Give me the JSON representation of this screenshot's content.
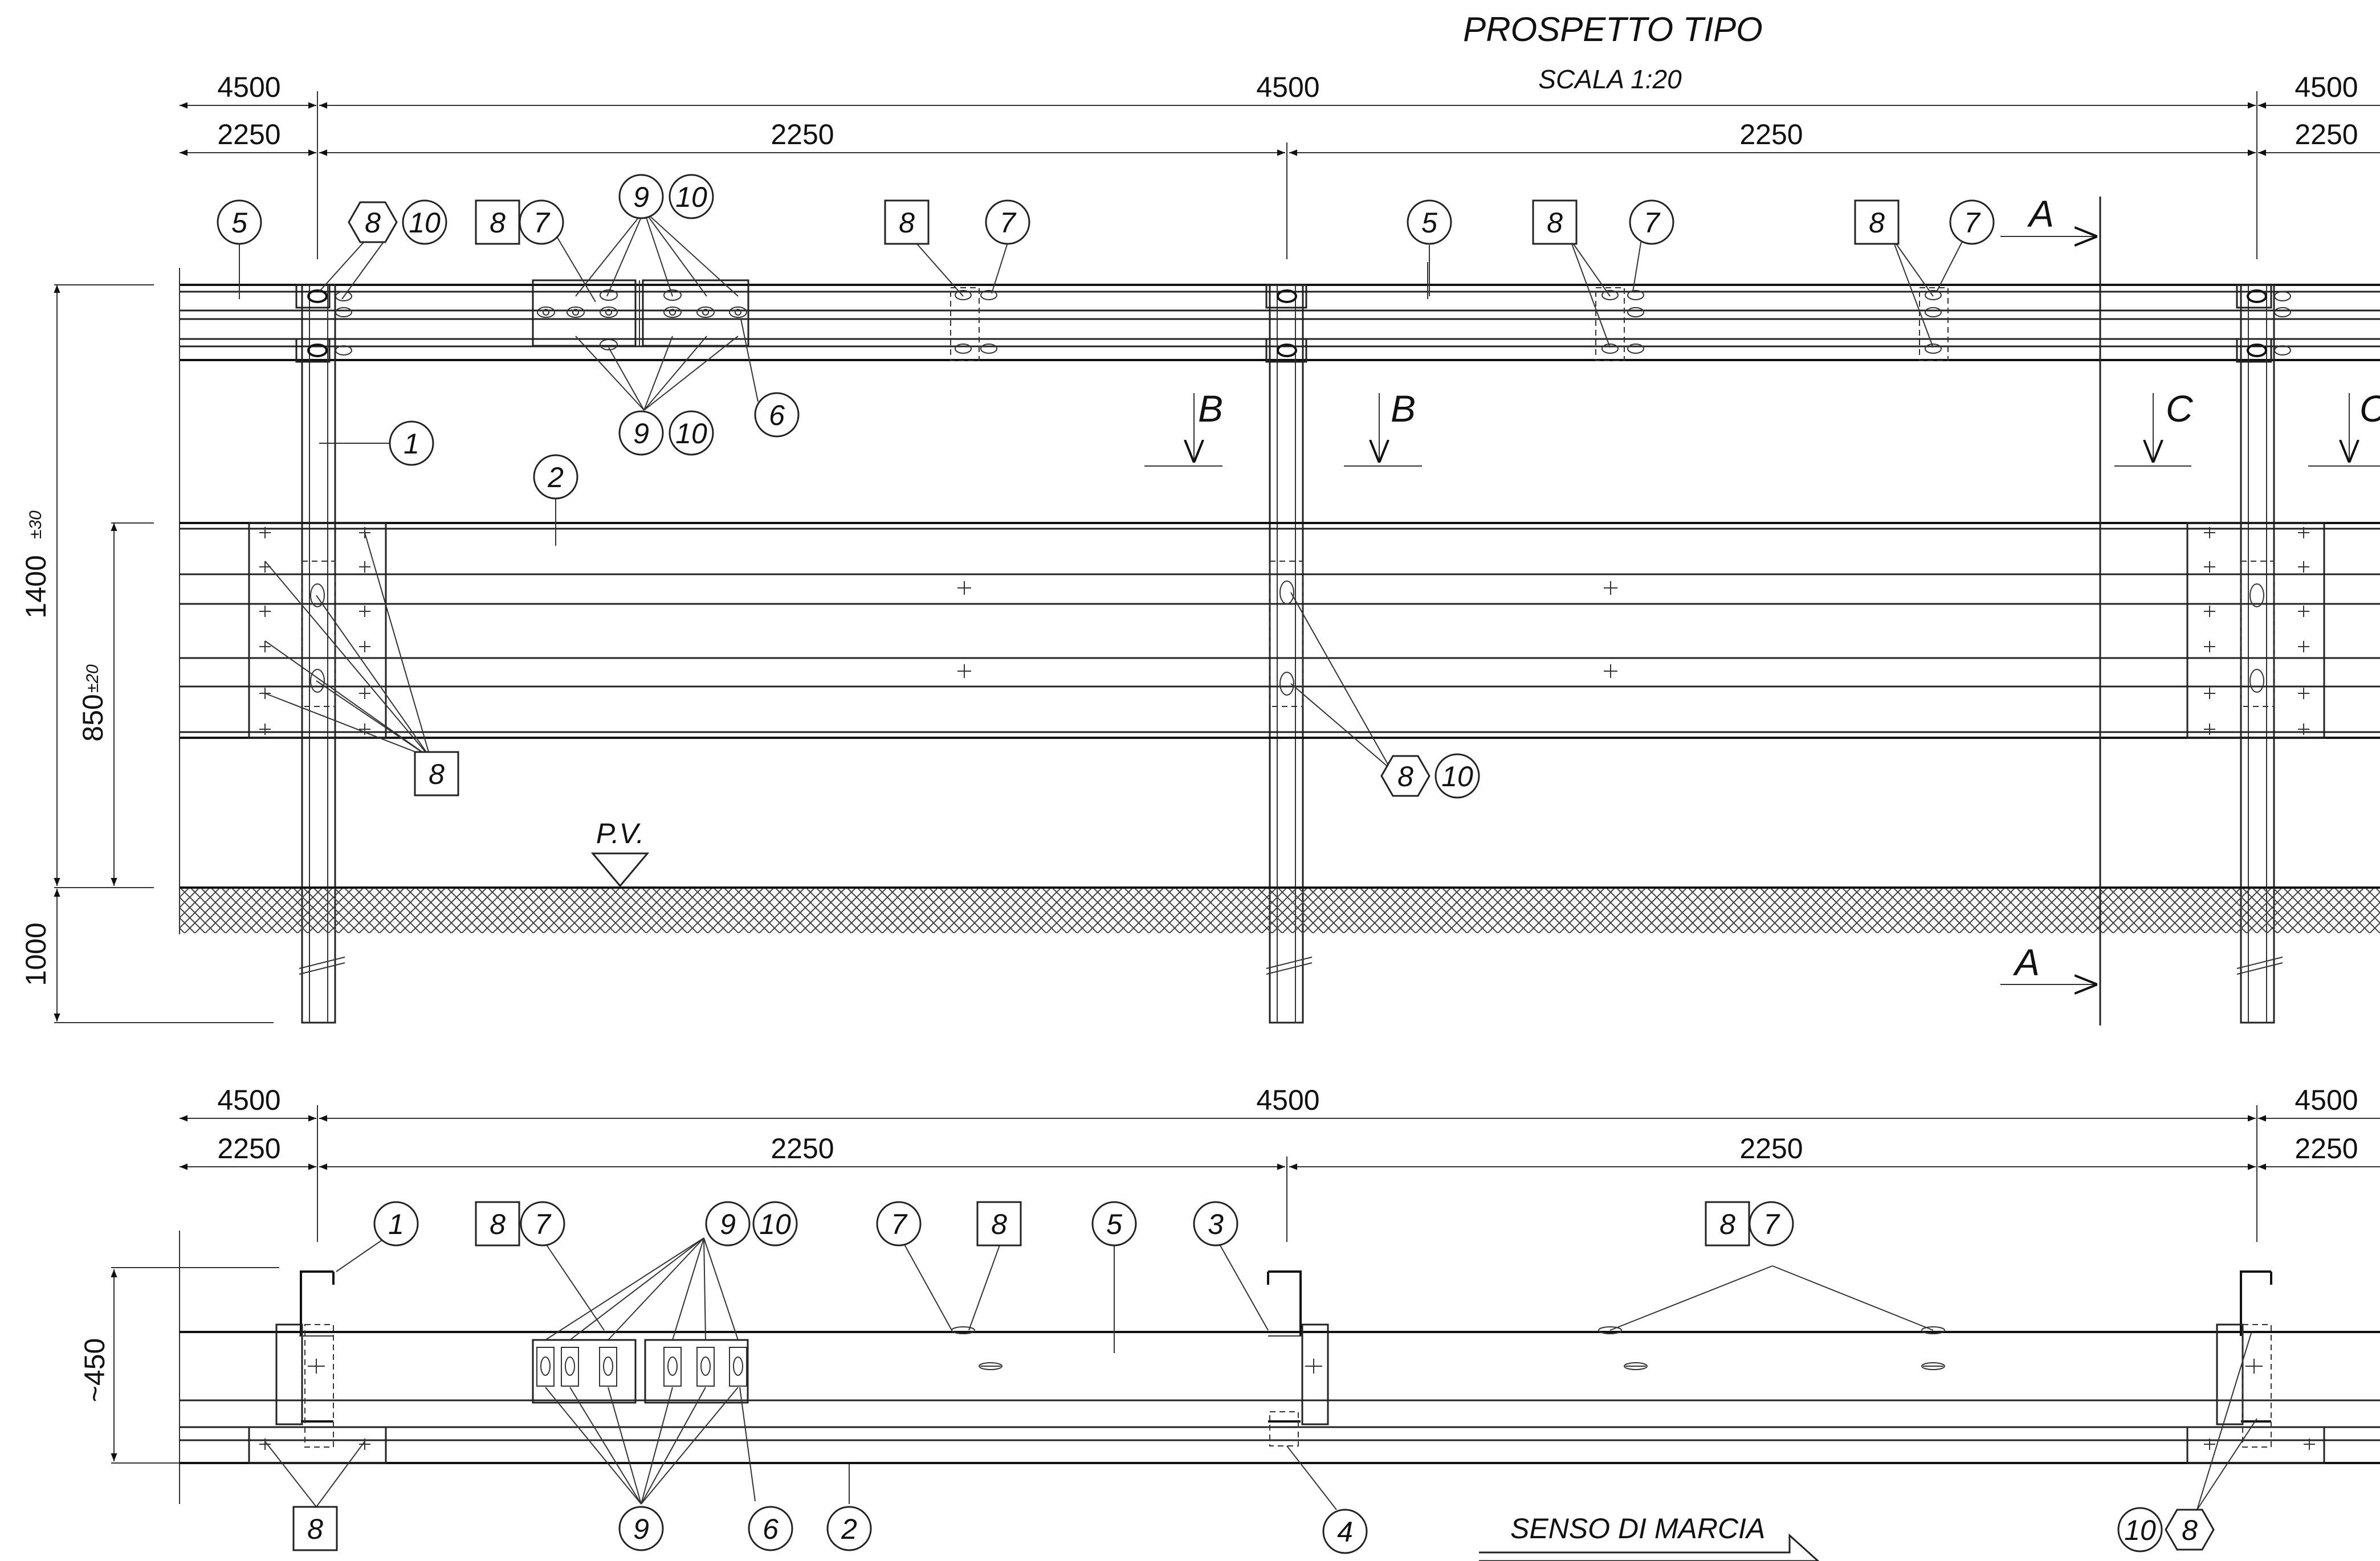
{
  "elevation": {
    "title": "PROSPETTO TIPO",
    "scale": "SCALA 1:20",
    "dim_spacing_left": "4500",
    "dim_spacing_center": "4500",
    "dim_spacing_right": "4500",
    "dim_half_left": "2250",
    "dim_half_center_left": "2250",
    "dim_half_center_right": "2250",
    "dim_half_right": "2250",
    "dim_height_total": "1400",
    "dim_height_total_tol": "±30",
    "dim_height_rail": "850",
    "dim_height_rail_tol": "±20",
    "dim_embed": "1000",
    "road_level": "P.V.",
    "section_a": "A",
    "section_b": "B",
    "section_c": "C",
    "tags": {
      "t1": "1",
      "t2": "2",
      "t5a": "5",
      "t5b": "5",
      "t6": "6",
      "t7a": "7",
      "t7b": "7",
      "t7c": "7",
      "t7d": "7",
      "t8a": "8",
      "t8b": "8",
      "t8c": "8",
      "t8d": "8",
      "t8e": "8",
      "t8f": "8",
      "t8g": "8",
      "t9a": "9",
      "t9b": "9",
      "t10a": "10",
      "t10b": "10",
      "t10c": "10",
      "t10d": "10"
    }
  },
  "plan": {
    "dim_spacing_left": "4500",
    "dim_spacing_center": "4500",
    "dim_spacing_right": "4500",
    "dim_half_left": "2250",
    "dim_half_center_left": "2250",
    "dim_half_center_right": "2250",
    "dim_half_right": "2250",
    "dim_depth": "~450",
    "direction_label": "SENSO DI MARCIA",
    "tags": {
      "t1": "1",
      "t2": "2",
      "t3": "3",
      "t4": "4",
      "t5": "5",
      "t6": "6",
      "t7a": "7",
      "t7b": "7",
      "t7c": "7",
      "t8a": "8",
      "t8b": "8",
      "t8c": "8",
      "t8d": "8",
      "t8e": "8",
      "t9a": "9",
      "t9b": "9",
      "t10a": "10",
      "t10b": "10"
    }
  }
}
